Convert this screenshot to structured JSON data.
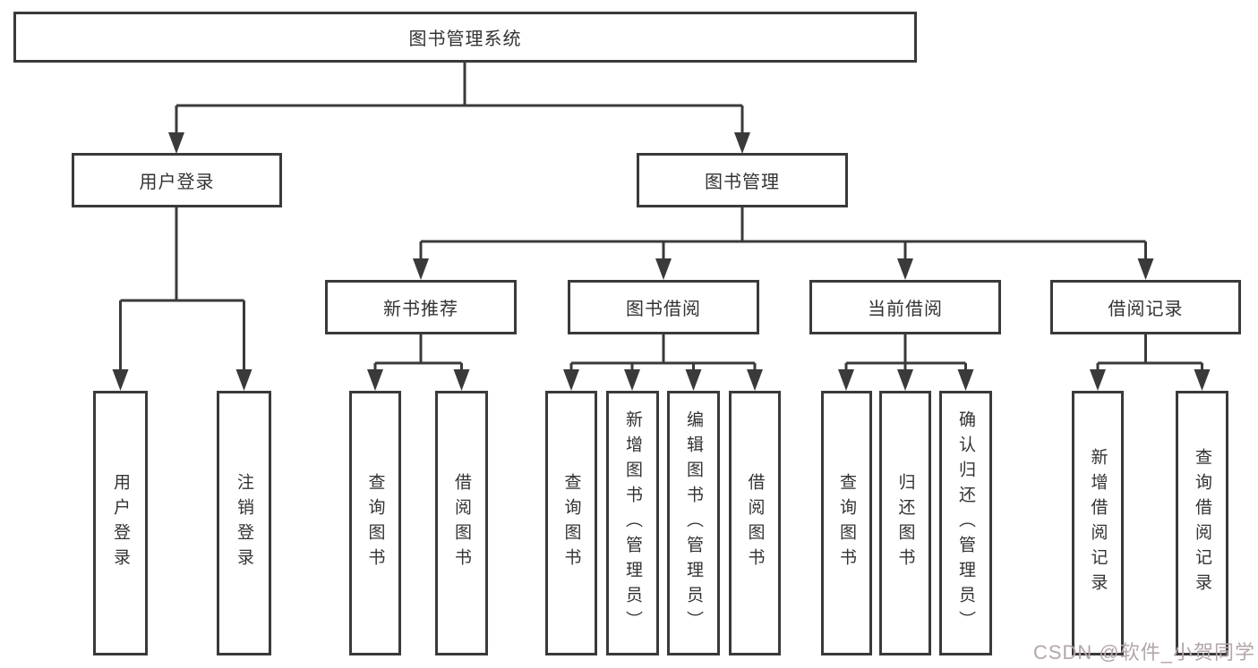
{
  "diagram": {
    "root": {
      "label": "图书管理系统"
    },
    "level2": [
      {
        "label": "用户登录"
      },
      {
        "label": "图书管理"
      }
    ],
    "level3": [
      {
        "label": "新书推荐"
      },
      {
        "label": "图书借阅"
      },
      {
        "label": "当前借阅"
      },
      {
        "label": "借阅记录"
      }
    ],
    "level4": [
      {
        "label": "用户登录"
      },
      {
        "label": "注销登录"
      },
      {
        "label": "查询图书"
      },
      {
        "label": "借阅图书"
      },
      {
        "label": "查询图书"
      },
      {
        "label": "新增图书（管理员）"
      },
      {
        "label": "编辑图书（管理员）"
      },
      {
        "label": "借阅图书"
      },
      {
        "label": "查询图书"
      },
      {
        "label": "归还图书"
      },
      {
        "label": "确认归还（管理员）"
      },
      {
        "label": "新增借阅记录"
      },
      {
        "label": "查询借阅记录"
      }
    ]
  },
  "watermark": {
    "text": "CSDN @软件_小贺同学"
  },
  "colors": {
    "line": "#3a3a3a",
    "text": "#333333",
    "background": "#ffffff",
    "watermark": "#b3a6a8"
  }
}
